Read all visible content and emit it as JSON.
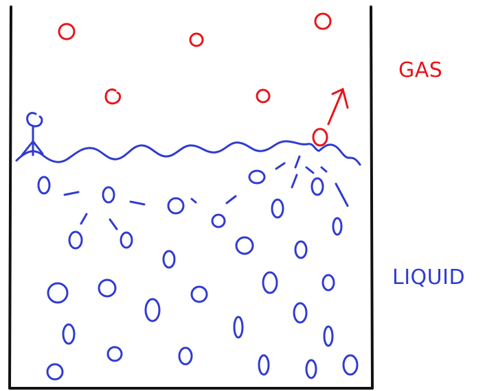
{
  "labels": {
    "gas": "GAS",
    "liquid": "LIQUID"
  },
  "colors": {
    "gas": "#e8141b",
    "liquid": "#2f3bd0",
    "container": "#111111"
  },
  "icons": {
    "gas_molecule": "circle",
    "liquid_molecule": "oval",
    "escape_arrow": "arrow-up-right",
    "surface": "wavy-line",
    "container": "open-beaker"
  }
}
